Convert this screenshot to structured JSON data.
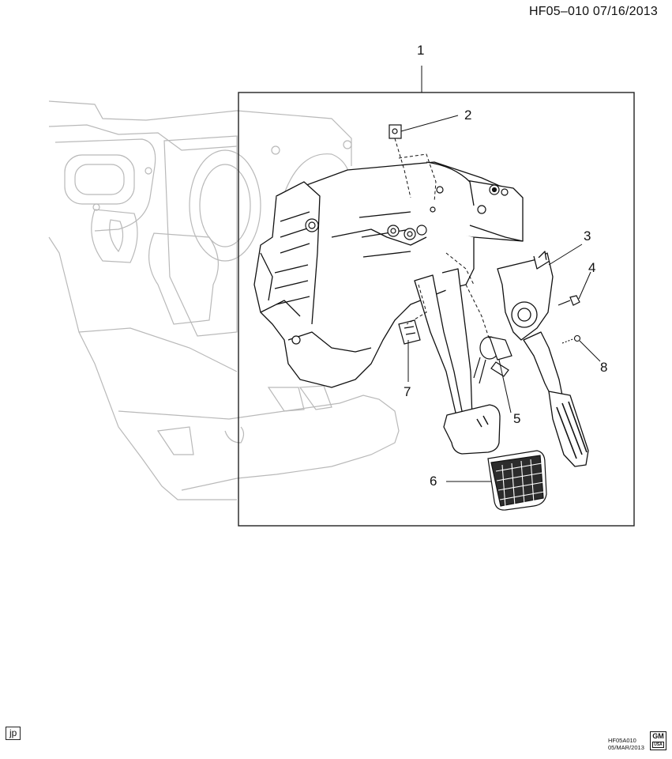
{
  "header": {
    "reference": "HF05–010  07/16/2013"
  },
  "callouts": [
    {
      "id": "1",
      "label": "1"
    },
    {
      "id": "2",
      "label": "2"
    },
    {
      "id": "3",
      "label": "3"
    },
    {
      "id": "4",
      "label": "4"
    },
    {
      "id": "5",
      "label": "5"
    },
    {
      "id": "6",
      "label": "6"
    },
    {
      "id": "7",
      "label": "7"
    },
    {
      "id": "8",
      "label": "8"
    }
  ],
  "footer": {
    "badge": "jp",
    "code": "HF05A010",
    "date": "05/MAR/2013",
    "logo_text": "GM",
    "logo_sub": "USA"
  }
}
